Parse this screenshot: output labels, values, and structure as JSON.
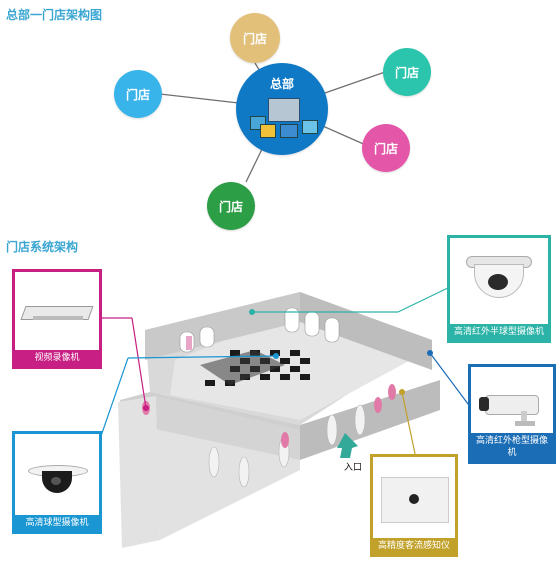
{
  "titles": {
    "hq_store": "总部一门店架构图",
    "store_system": "门店系统架构"
  },
  "topology": {
    "hub": "总部",
    "store": "门店",
    "colors": {
      "hub": "#0f79c6",
      "store_top": "#e2c07a",
      "store_left": "#38b4ea",
      "store_right": "#2bc5ad",
      "store_pink": "#e456a7",
      "store_green": "#2c9e46"
    }
  },
  "devices": {
    "dvr": {
      "label": "视频录像机",
      "color": "#c71f83"
    },
    "dome": {
      "label": "高清球型摄像机",
      "color": "#1a96d3"
    },
    "ir_half_dome": {
      "label": "高清红外半球型摄像机",
      "color": "#2bb3a7"
    },
    "ir_bullet": {
      "label": "高清红外枪型摄像机",
      "color": "#1b6db6"
    },
    "counter": {
      "label": "高精度客流感知仪",
      "color": "#c1a12a"
    }
  },
  "entrance": "入口"
}
